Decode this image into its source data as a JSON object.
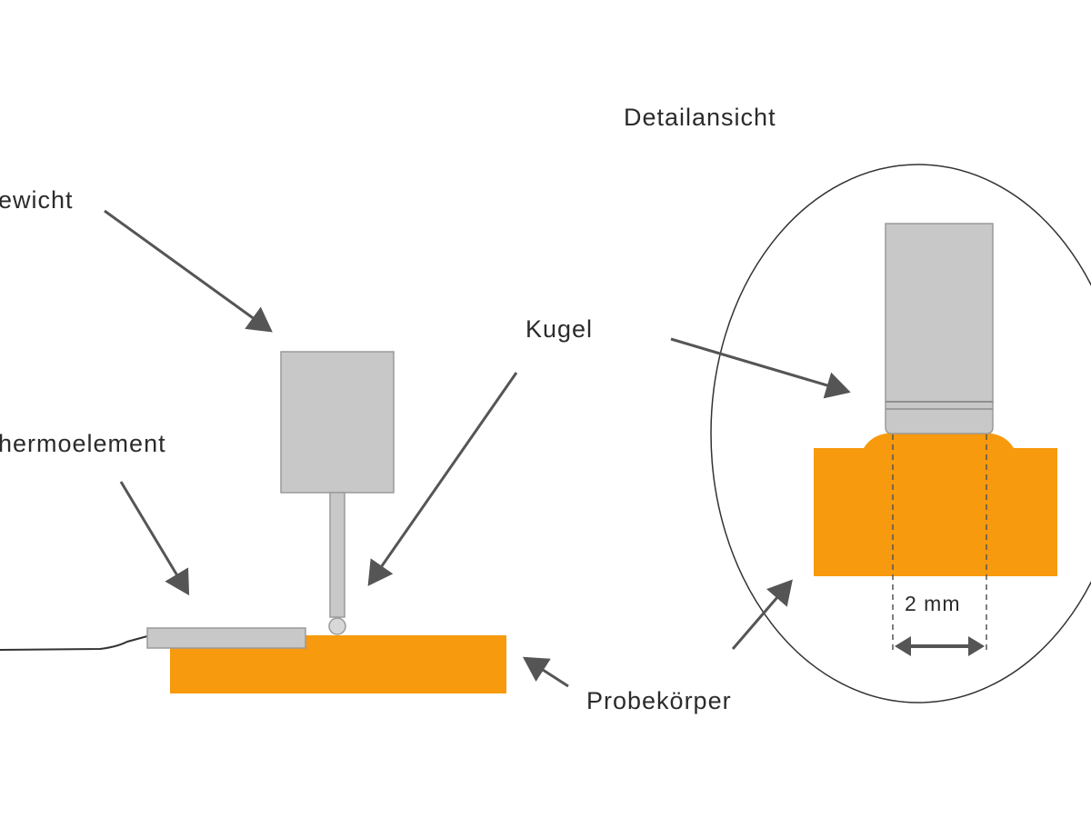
{
  "labels": {
    "detail_title": "Detailansicht",
    "weight": "ewicht",
    "ball_left": "Kugel",
    "thermocouple": "hermoelement",
    "specimen": "Probekörper",
    "dimension": "2 mm"
  },
  "colors": {
    "specimen": "#F79A0E",
    "weight": "#C8C8C8",
    "outline": "#9A9A9A",
    "arrow": "#555555",
    "line": "#333333",
    "text": "#2b2b2b"
  }
}
